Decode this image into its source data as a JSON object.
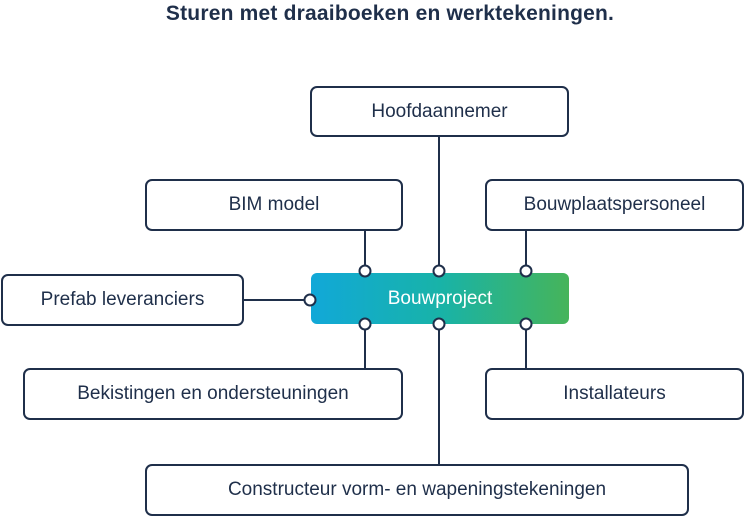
{
  "title": "Sturen met draaiboeken en werktekeningen.",
  "center": "Bouwproject",
  "nodes": {
    "hoofdaannemer": "Hoofdaannemer",
    "bim": "BIM model",
    "bouwplaats": "Bouwplaatspersoneel",
    "prefab": "Prefab leveranciers",
    "bekisting": "Bekistingen en ondersteuningen",
    "installateurs": "Installateurs",
    "constructeur": "Constructeur vorm- en wapeningstekeningen"
  },
  "colors": {
    "stroke": "#1f2f4a",
    "gradient_start": "#11a8d8",
    "gradient_end": "#46b45a"
  }
}
